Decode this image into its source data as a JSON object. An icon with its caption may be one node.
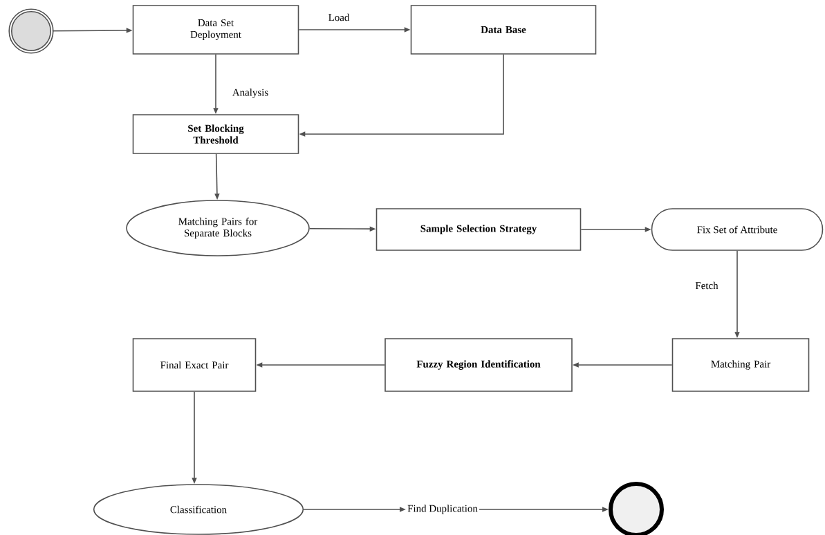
{
  "diagram": {
    "nodes": [
      {
        "text": [],
        "shape": "circle"
      },
      {
        "text": [
          "Data Set Deployment"
        ]
      },
      {
        "text": [
          "Data Base"
        ]
      },
      {
        "text": [
          "Set Blocking Threshold"
        ]
      },
      {
        "text": [
          "Matching Pairs for Separate Blocks"
        ]
      },
      {
        "text": [
          "Sample Selection Strategy"
        ]
      },
      {
        "text": [
          "Fix Set of Attribute"
        ]
      },
      {
        "text": [
          "Matching Pair"
        ]
      },
      {
        "text": [
          "Fuzzy Region Identification"
        ]
      },
      {
        "text": [
          "Final Exact Pair"
        ]
      },
      {
        "text": [
          "Classification"
        ]
      },
      {
        "text": [
          "Find Duplication"
        ]
      },
      {
        "text": [],
        "shape": "circle"
      }
    ],
    "edges": [
      {
        "from": 0,
        "to": 1,
        "arrow": "to"
      },
      {
        "from": 1,
        "to": 2,
        "arrow": "to",
        "label": "Load"
      },
      {
        "from": 1,
        "to": 3,
        "arrow": "to",
        "label": "Analysis"
      },
      {
        "from": 2,
        "to": 3,
        "arrow": "to"
      },
      {
        "from": 3,
        "to": 4,
        "arrow": "to"
      },
      {
        "from": 4,
        "to": 5,
        "arrow": "to"
      },
      {
        "from": 5,
        "to": 6,
        "arrow": "to"
      },
      {
        "from": 6,
        "to": 7,
        "arrow": "to",
        "label": "Fetch"
      },
      {
        "from": 7,
        "to": 8,
        "arrow": "to"
      },
      {
        "from": 8,
        "to": 9,
        "arrow": "to"
      },
      {
        "from": 9,
        "to": 10,
        "arrow": "to"
      },
      {
        "from": 10,
        "to": 11,
        "arrow": "to"
      },
      {
        "from": 11,
        "to": 12,
        "arrow": "to"
      }
    ]
  }
}
